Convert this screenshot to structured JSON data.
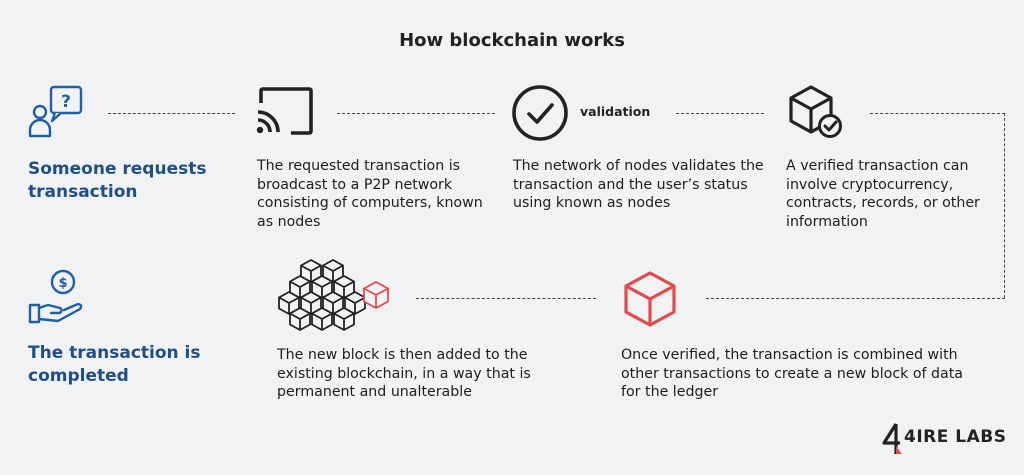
{
  "title": "How blockchain works",
  "steps": {
    "request": {
      "heading": "Someone requests transaction",
      "icon": "user-question-icon"
    },
    "broadcast": {
      "desc": "The requested transaction is broadcast to a P2P network consisting of computers, known as nodes",
      "icon": "broadcast-screen-icon"
    },
    "validation": {
      "label": "validation",
      "desc": "The network of nodes validates the transaction and the user’s status using known as nodes",
      "icon": "check-circle-icon"
    },
    "verified": {
      "desc": "A verified transaction can involve cryptocurrency, contracts, records, or other information",
      "icon": "verified-cube-icon"
    },
    "new_block": {
      "desc": "Once verified, the transaction is combined  with other transactions to create a new block of data for the ledger",
      "icon": "cube-icon"
    },
    "added": {
      "desc": "The new block is then added to the existing blockchain, in a way that is permanent and unalterable",
      "icon": "blockchain-cubes-icon"
    },
    "completed": {
      "heading": "The transaction is completed",
      "icon": "hand-coin-icon"
    }
  },
  "logo": {
    "text": "4IRE LABS",
    "mark": "4"
  },
  "colors": {
    "heading": "#1f4f86",
    "accent_blue": "#1f5fa6",
    "accent_red": "#e24b4b",
    "text": "#1d1d1f",
    "background": "#f1f2f4"
  }
}
